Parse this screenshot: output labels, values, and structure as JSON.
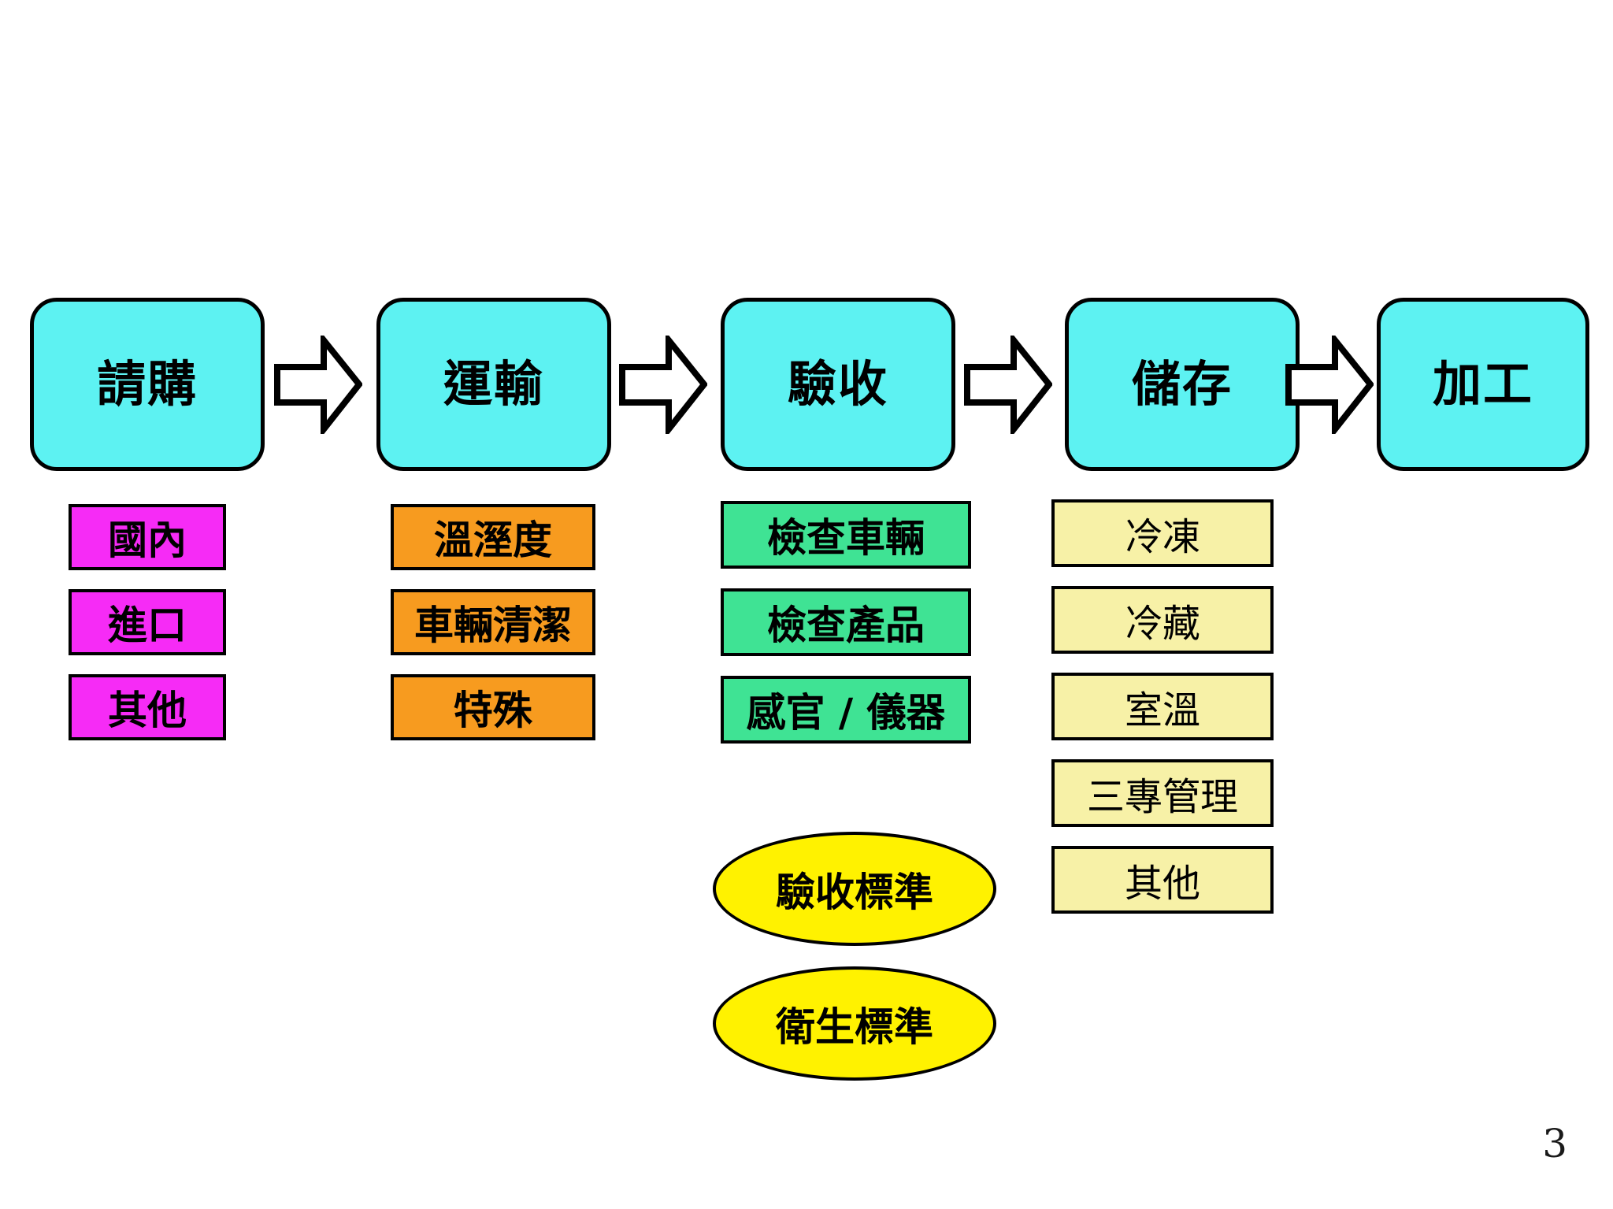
{
  "slide": {
    "page_number": "3",
    "palette": {
      "process_box_fill": "#5DF2F2",
      "outline": "#000000",
      "magenta_chip": "#F62BF6",
      "orange_chip": "#F79B1F",
      "green_chip": "#3FE394",
      "pale_yellow_chip": "#F7F1A7",
      "ellipse_fill": "#FFF200",
      "background": "#FFFFFF"
    }
  },
  "process": {
    "steps": [
      {
        "label": "請購"
      },
      {
        "label": "運輸"
      },
      {
        "label": "驗收"
      },
      {
        "label": "儲存"
      },
      {
        "label": "加工"
      }
    ],
    "connectors": [
      {
        "icon": "right-block-arrow-icon"
      },
      {
        "icon": "right-block-arrow-icon"
      },
      {
        "icon": "right-block-arrow-icon"
      },
      {
        "icon": "right-block-arrow-icon"
      }
    ]
  },
  "details": {
    "purchasing": {
      "items": [
        {
          "label": "國內"
        },
        {
          "label": "進口"
        },
        {
          "label": "其他"
        }
      ]
    },
    "transport": {
      "items": [
        {
          "label": "溫溼度"
        },
        {
          "label": "車輛清潔"
        },
        {
          "label": "特殊"
        }
      ]
    },
    "acceptance": {
      "items": [
        {
          "label": "檢查車輛"
        },
        {
          "label": "檢查產品"
        },
        {
          "label": "感官 / 儀器"
        }
      ],
      "standards": [
        {
          "label": "驗收標準"
        },
        {
          "label": "衛生標準"
        }
      ]
    },
    "storage": {
      "items": [
        {
          "label": "冷凍"
        },
        {
          "label": "冷藏"
        },
        {
          "label": "室溫"
        },
        {
          "label": "三專管理"
        },
        {
          "label": "其他"
        }
      ]
    }
  }
}
